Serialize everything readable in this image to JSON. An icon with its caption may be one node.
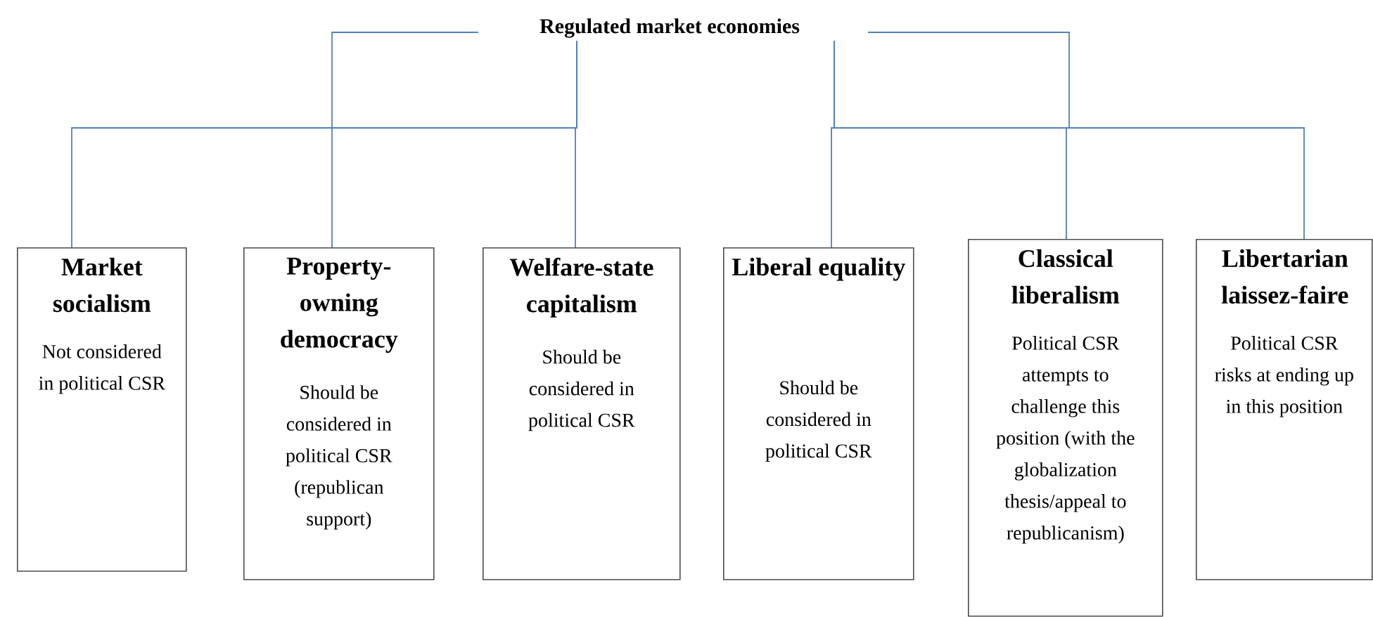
{
  "diagram": {
    "nodes": [
      {
        "text": [
          "Regulated market economies"
        ]
      },
      {
        "text": [
          "Market socialism",
          "Not considered in political CSR"
        ]
      },
      {
        "text": [
          "Property-owning democracy",
          "Should be considered in political CSR (republican support)"
        ]
      },
      {
        "text": [
          "Welfare-state capitalism",
          "Should be considered in political CSR"
        ]
      },
      {
        "text": [
          "Liberal equality",
          "Should be considered in political CSR"
        ]
      },
      {
        "text": [
          "Classical liberalism",
          "Political CSR attempts to challenge this position (with the globalization thesis/appeal to republicanism)"
        ]
      },
      {
        "text": [
          "Libertarian laissez-faire",
          "Political CSR risks at ending up in this position"
        ]
      }
    ],
    "edges": [
      {
        "from": 0,
        "to": 1,
        "arrow": "none"
      },
      {
        "from": 0,
        "to": 2,
        "arrow": "none"
      },
      {
        "from": 0,
        "to": 3,
        "arrow": "none"
      },
      {
        "from": 0,
        "to": 4,
        "arrow": "none"
      },
      {
        "from": 0,
        "to": 5,
        "arrow": "none"
      },
      {
        "from": 0,
        "to": 6,
        "arrow": "none"
      }
    ]
  }
}
